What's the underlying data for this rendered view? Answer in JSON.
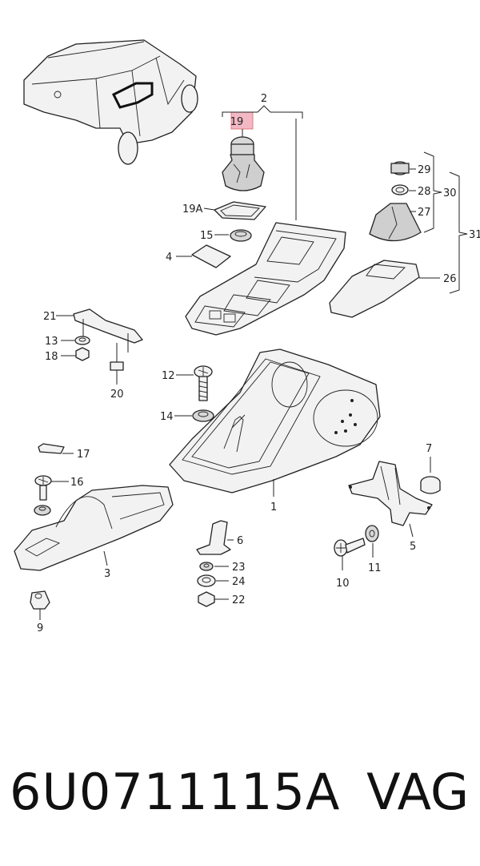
{
  "diagram": {
    "highlight_color": "#f4b8c4",
    "labels": {
      "p1": "1",
      "p2": "2",
      "p3": "3",
      "p4": "4",
      "p5": "5",
      "p6": "6",
      "p7": "7",
      "p9": "9",
      "p10": "10",
      "p11": "11",
      "p12": "12",
      "p13": "13",
      "p14": "14",
      "p15": "15",
      "p16": "16",
      "p17": "17",
      "p18": "18",
      "p19": "19",
      "p19a": "19A",
      "p20": "20",
      "p21": "21",
      "p22": "22",
      "p23": "23",
      "p24": "24",
      "p26": "26",
      "p27": "27",
      "p28": "28",
      "p29": "29",
      "p30": "30",
      "p31": "31"
    }
  },
  "footer": {
    "part_number": "6U0711115A",
    "brand": "VAG"
  }
}
